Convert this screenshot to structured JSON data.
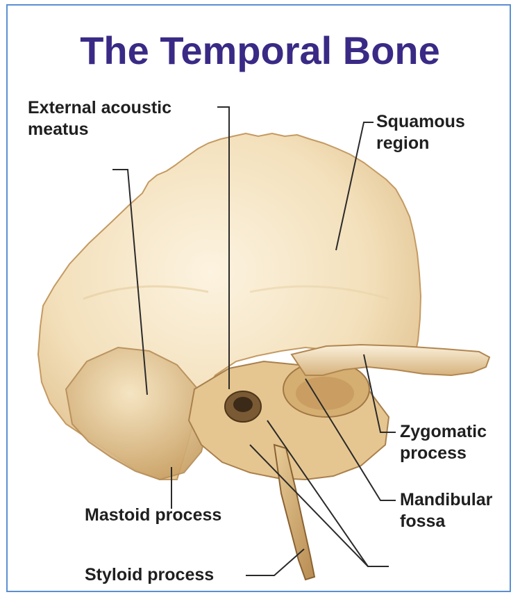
{
  "title": "The Temporal Bone",
  "labels": {
    "external_acoustic_meatus": [
      "External acoustic",
      "meatus"
    ],
    "squamous_region": [
      "Squamous",
      "region"
    ],
    "zygomatic_process": [
      "Zygomatic",
      "process"
    ],
    "mandibular_fossa": [
      "Mandibular",
      "fossa"
    ],
    "mastoid_process": "Mastoid process",
    "styloid_process": "Styloid process"
  },
  "colors": {
    "title": "#3a2a86",
    "frame": "#5b8fd1",
    "bone_light": "#f9ecd2",
    "bone_mid": "#ecd3a2",
    "bone_shadow": "#c8a370",
    "leader_line": "#2a2a2a"
  }
}
